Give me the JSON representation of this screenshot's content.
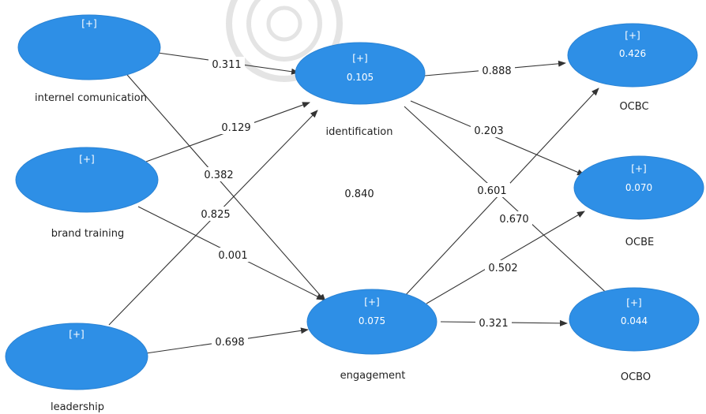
{
  "nodes": {
    "internal_communication": {
      "expand": "[+]",
      "value": "",
      "label": "internel comunication"
    },
    "brand_training": {
      "expand": "[+]",
      "value": "",
      "label": "brand training"
    },
    "leadership": {
      "expand": "[+]",
      "value": "",
      "label": "leadership"
    },
    "identification": {
      "expand": "[+]",
      "value": "0.105",
      "label": "identification"
    },
    "engagement": {
      "expand": "[+]",
      "value": "0.075",
      "label": "engagement"
    },
    "ocbc": {
      "expand": "[+]",
      "value": "0.426",
      "label": "OCBC"
    },
    "ocbe": {
      "expand": "[+]",
      "value": "0.070",
      "label": "OCBE"
    },
    "ocbo": {
      "expand": "[+]",
      "value": "0.044",
      "label": "OCBO"
    }
  },
  "paths": {
    "internal_to_identification": "0.311",
    "brand_to_identification": "0.129",
    "internal_to_engagement": "0.382",
    "leadership_to_identification": "0.825",
    "brand_to_engagement": "0.001",
    "leadership_to_engagement": "0.698",
    "identification_to_ocbc": "0.888",
    "identification_to_ocbe": "0.203",
    "identification_to_ocbo": "0.840",
    "engagement_to_ocbc": "0.601",
    "engagement_to_ocbe": "0.502",
    "identification_to_ocbo_lower": "0.670",
    "engagement_to_ocbo": "0.321"
  },
  "colors": {
    "node_fill": "#2e8fe6",
    "arrow": "#333333",
    "text": "#222222"
  }
}
